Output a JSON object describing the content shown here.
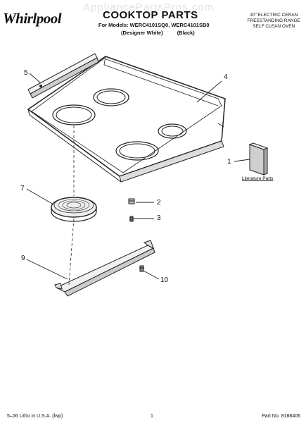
{
  "brand": {
    "logo_text": "Whirlpool",
    "logo_superscript": "®"
  },
  "watermark": "AppliancePartsPros.com",
  "header": {
    "title": "COOKTOP PARTS",
    "models_line": "For Models: WERC4101SQ0, WERC4101SB0",
    "variant_1": "(Designer White)",
    "variant_2": "(Black)",
    "description": [
      "30\" ELECTRIC CERAN",
      "FREESTANDING RANGE",
      "SELF CLEAN OVEN"
    ]
  },
  "callouts": {
    "c1": "1",
    "c2": "2",
    "c3": "3",
    "c4": "4",
    "c5": "5",
    "c7": "7",
    "c9": "9",
    "c10": "10"
  },
  "literature_label": "Literature Parts",
  "footer": {
    "left": "5–06 Litho in U.S.A. (lwp)",
    "page": "1",
    "part_no": "Part No. 8188406"
  }
}
